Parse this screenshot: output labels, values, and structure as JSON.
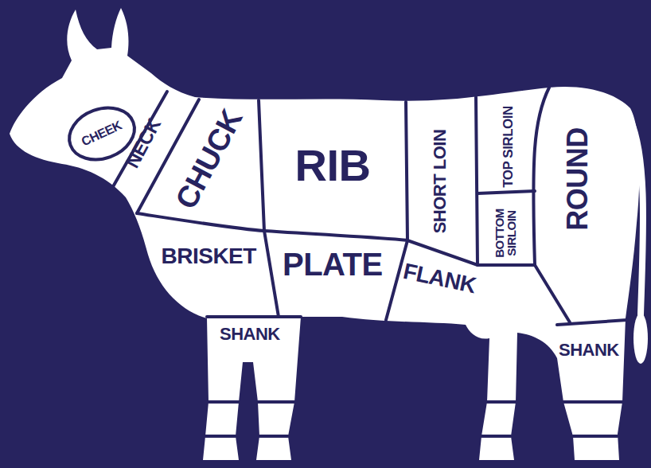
{
  "diagram": {
    "nodes": [
      {
        "text": [
          "CHEEK"
        ]
      },
      {
        "text": [
          "NECK"
        ]
      },
      {
        "text": [
          "CHUCK"
        ]
      },
      {
        "text": [
          "RIB"
        ]
      },
      {
        "text": [
          "SHORT LOIN"
        ]
      },
      {
        "text": [
          "TOP SIRLOIN"
        ]
      },
      {
        "text": [
          "BOTTOM SIRLOIN"
        ]
      },
      {
        "text": [
          "ROUND"
        ]
      },
      {
        "text": [
          "BRISKET"
        ]
      },
      {
        "text": [
          "PLATE"
        ]
      },
      {
        "text": [
          "FLANK"
        ]
      },
      {
        "text": [
          "SHANK"
        ]
      },
      {
        "text": [
          "SHANK"
        ]
      }
    ]
  }
}
